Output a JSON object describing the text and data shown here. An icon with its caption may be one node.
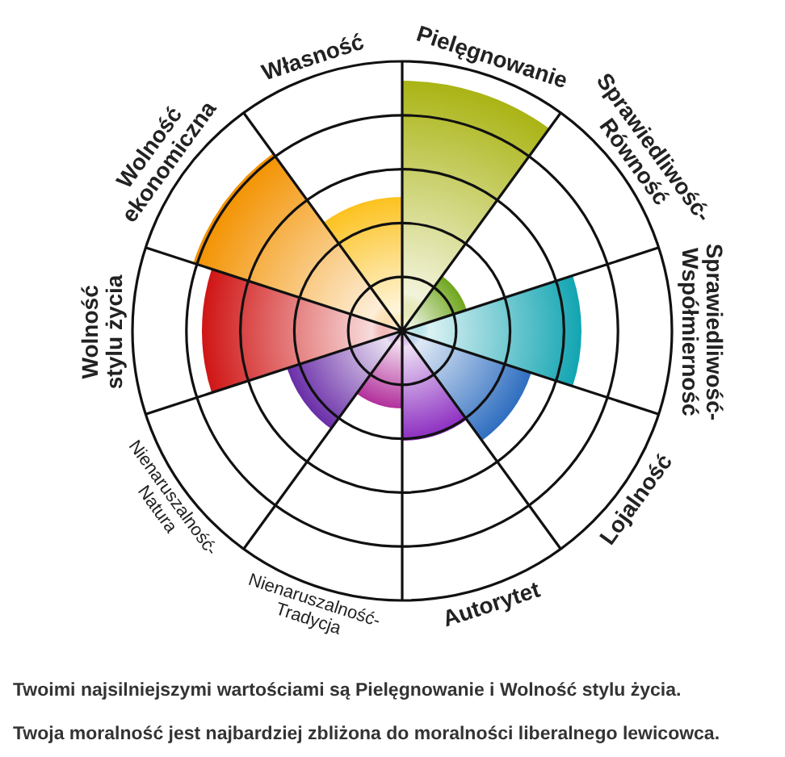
{
  "diagram": {
    "labels": [
      "Pielęgnowanie",
      "Sprawiedliwość- Równość",
      "Sprawiedliwość- Współmierność",
      "Lojalność",
      "Autorytet",
      "Nienaruszalność- Tradycja",
      "Nienaruszalność- Natura",
      "Wolność stylu życia",
      "Wolność ekonomiczna",
      "Własność",
      "Twoimi najsilniejszymi wartościami są Pielęgnowanie i Wolność stylu życia.",
      "Twoja moralność jest najbardziej zbliżona do moralności liberalnego lewicowca."
    ]
  }
}
